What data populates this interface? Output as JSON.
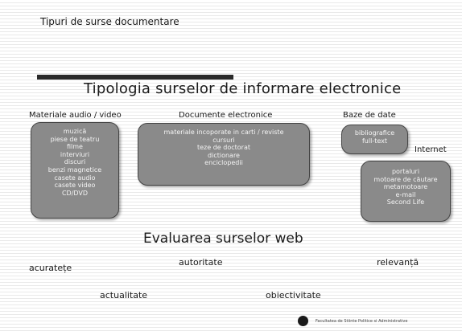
{
  "slide": {
    "top_title": "Tipuri de surse documentare",
    "main_title": "Tipologia surselor de informare electronice",
    "categories": {
      "audio_video": "Materiale audio / video",
      "documents": "Documente electronice",
      "databases": "Baze de date",
      "internet": "Internet"
    },
    "audio_video_items": [
      "muzică",
      "piese de teatru",
      "filme",
      "interviuri",
      "discuri",
      "benzi magnetice",
      "casete audio",
      "casete video",
      "CD/DVD"
    ],
    "document_items": [
      "materiale incoporate in carti / reviste",
      "cursuri",
      "teze de doctorat",
      "dictionare",
      "enciclopedii"
    ],
    "database_items": [
      "bibliografice",
      "full-text"
    ],
    "internet_items": [
      "portaluri",
      "motoare de căutare",
      "metamotoare",
      "e-mail",
      "Second Life"
    ],
    "eval_title": "Evaluarea surselor web",
    "criteria": {
      "accuracy": "acuratețe",
      "authority": "autoritate",
      "relevance": "relevanță",
      "currency": "actualitate",
      "objectivity": "obiectivitate"
    },
    "footer": "Facultatea de Stiinte Politice si Administrative"
  },
  "colors": {
    "box_fill": "#8a8a8a",
    "box_text": "#f4f4f4",
    "rule": "#2a2a2a"
  }
}
